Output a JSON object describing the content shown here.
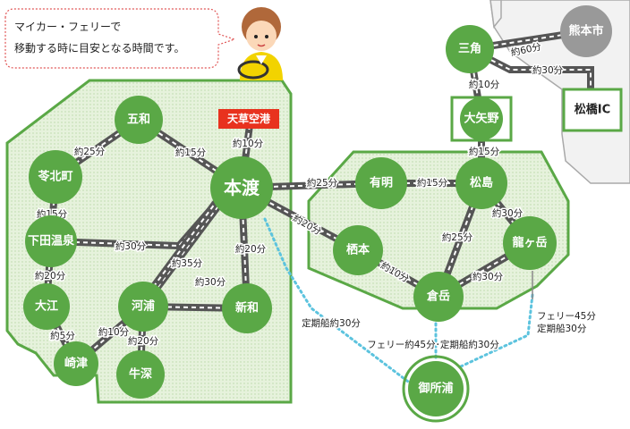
{
  "callout": {
    "line1": "マイカー・フェリーで",
    "line2": "移動する時に目安となる時間です。"
  },
  "colors": {
    "green": "#5aa846",
    "gray_node": "#999999",
    "ferry_route": "#5cc3de",
    "airport": "#e8321e"
  },
  "airport_label": "天草空港",
  "nodes": {
    "gowa": "五和",
    "reihokumachi": "苓北町",
    "shimoda": "下田温泉",
    "oe": "大江",
    "sakitsu": "崎津",
    "kawaura": "河浦",
    "ushibuka": "牛深",
    "hondo": "本渡",
    "shinwa": "新和",
    "arita": "有明",
    "matsushima": "松島",
    "sumoto": "栖本",
    "kuratake": "倉岳",
    "ryugatake": "龍ヶ岳",
    "goshoura": "御所浦",
    "misumi": "三角",
    "kumamoto": "熊本市",
    "oyano": "大矢野",
    "matsubase": "松橋IC"
  },
  "edges": {
    "gowa_reihoku": "約25分",
    "gowa_hondo": "約15分",
    "airport_hondo": "約10分",
    "reihoku_shimoda": "約15分",
    "shimoda_hondo": "約30分",
    "shimoda_oe": "約20分",
    "oe_sakitsu": "約5分",
    "sakitsu_kawaura": "約10分",
    "kawaura_ushibuka": "約20分",
    "hondo_kawaura": "約35分",
    "hondo_shinwa": "約20分",
    "kawaura_shinwa": "約30分",
    "hondo_arita": "約25分",
    "hondo_sumoto": "約20分",
    "arita_matsushima": "約15分",
    "matsushima_kuratake": "約25分",
    "matsushima_ryugatake": "約30分",
    "sumoto_kuratake": "約10分",
    "kuratake_ryugatake": "約30分",
    "oyano_matsushima": "約15分",
    "misumi_oyano": "約10分",
    "misumi_kumamoto": "約60分",
    "misumi_matsubase": "約30分",
    "ferry_hondo_goshoura": "定期船約30分",
    "ferry_kuratake_goshoura": "フェリー約45分･定期船約30分",
    "ferry_ryugatake_line1": "フェリー45分",
    "ferry_ryugatake_line2": "定期船30分"
  }
}
